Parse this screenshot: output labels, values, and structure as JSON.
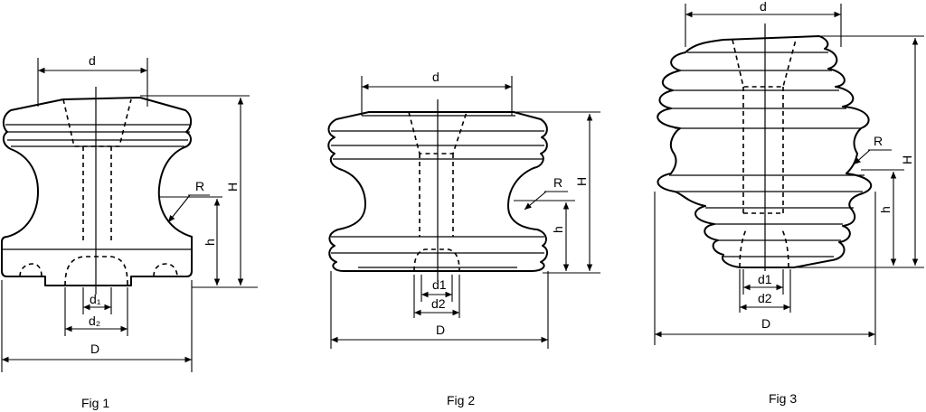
{
  "fig1": {
    "caption": "Fig 1",
    "d": "d",
    "D": "D",
    "d1": "d₁",
    "d2": "d₂",
    "H": "H",
    "h": "h",
    "R": "R"
  },
  "fig2": {
    "caption": "Fig 2",
    "d": "d",
    "D": "D",
    "d1": "d1",
    "d2": "d2",
    "H": "H",
    "h": "h",
    "R": "R"
  },
  "fig3": {
    "caption": "Fig 3",
    "d": "d",
    "D": "D",
    "d1": "d1",
    "d2": "d2",
    "H": "H",
    "h": "h",
    "R": "R"
  }
}
